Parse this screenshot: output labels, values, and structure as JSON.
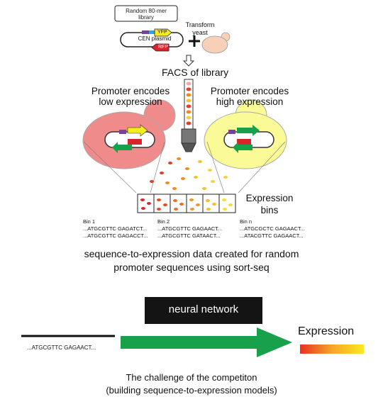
{
  "library": {
    "label_line1": "Random 80-mer",
    "label_line2": "library",
    "plasmid_label": "CEN plasmid",
    "yfp_label": "YFP",
    "rfp_label": "RFP"
  },
  "transform": {
    "line1": "Transform",
    "line2": "yeast"
  },
  "facs_label": "FACS of library",
  "low_cell": {
    "caption_line1": "Promoter encodes",
    "caption_line2": "low expression"
  },
  "high_cell": {
    "caption_line1": "Promoter encodes",
    "caption_line2": "high expression"
  },
  "expression_bins": {
    "line1": "Expression",
    "line2": "bins"
  },
  "bins": [
    {
      "name": "Bin 1",
      "seq1": "...ATGCGTTC GAGATCT...",
      "seq2": "...ATGCGTTC GAGACCT..."
    },
    {
      "name": "Bin 2",
      "seq1": "...ATGCGTTC GAGAACT...",
      "seq2": "...ATGCGTTC GATAACT..."
    },
    {
      "name": "Bin n",
      "seq1": "...ATGCGCTC GAGAACT...",
      "seq2": "...ATACGTTC GAGAACT..."
    }
  ],
  "sort_seq_caption": {
    "line1": "sequence-to-expression data created for random",
    "line2": "promoter sequences using sort-seq"
  },
  "neural_network_label": "neural network",
  "input_sequence": "...ATGCGTTC GAGAACT...",
  "expression_label": "Expression",
  "challenge": {
    "line1": "The challenge of the competiton",
    "line2": "(building sequence-to-expression models)"
  },
  "colors": {
    "low_cell": "#ef8b8b",
    "high_cell": "#fafa96",
    "arrow_green": "#19a04a",
    "yfp": "#f2ee1c",
    "rfp": "#d6262b",
    "gradient_low": "#e6311f",
    "gradient_high": "#fce91e"
  }
}
